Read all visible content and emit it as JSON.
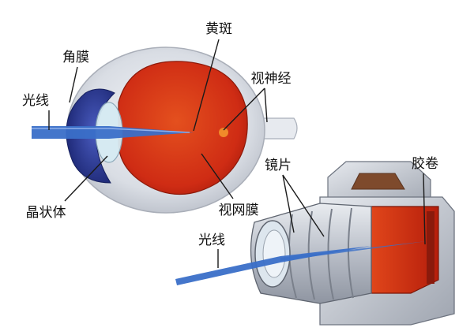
{
  "labels": {
    "macula": "黄斑",
    "cornea": "角膜",
    "light_eye": "光线",
    "optic_nerve": "视神经",
    "lens_eye": "晶状体",
    "retina": "视网膜",
    "lens_camera": "镜片",
    "film": "胶卷",
    "light_camera": "光线"
  },
  "colors": {
    "retina_red": "#d8321c",
    "sclera": "#dfe3ea",
    "cornea_blue": "#2e3f9c",
    "light_ray": "#3a6fc8",
    "camera_body": "#c9ced6",
    "film_red": "#cc2a12"
  }
}
